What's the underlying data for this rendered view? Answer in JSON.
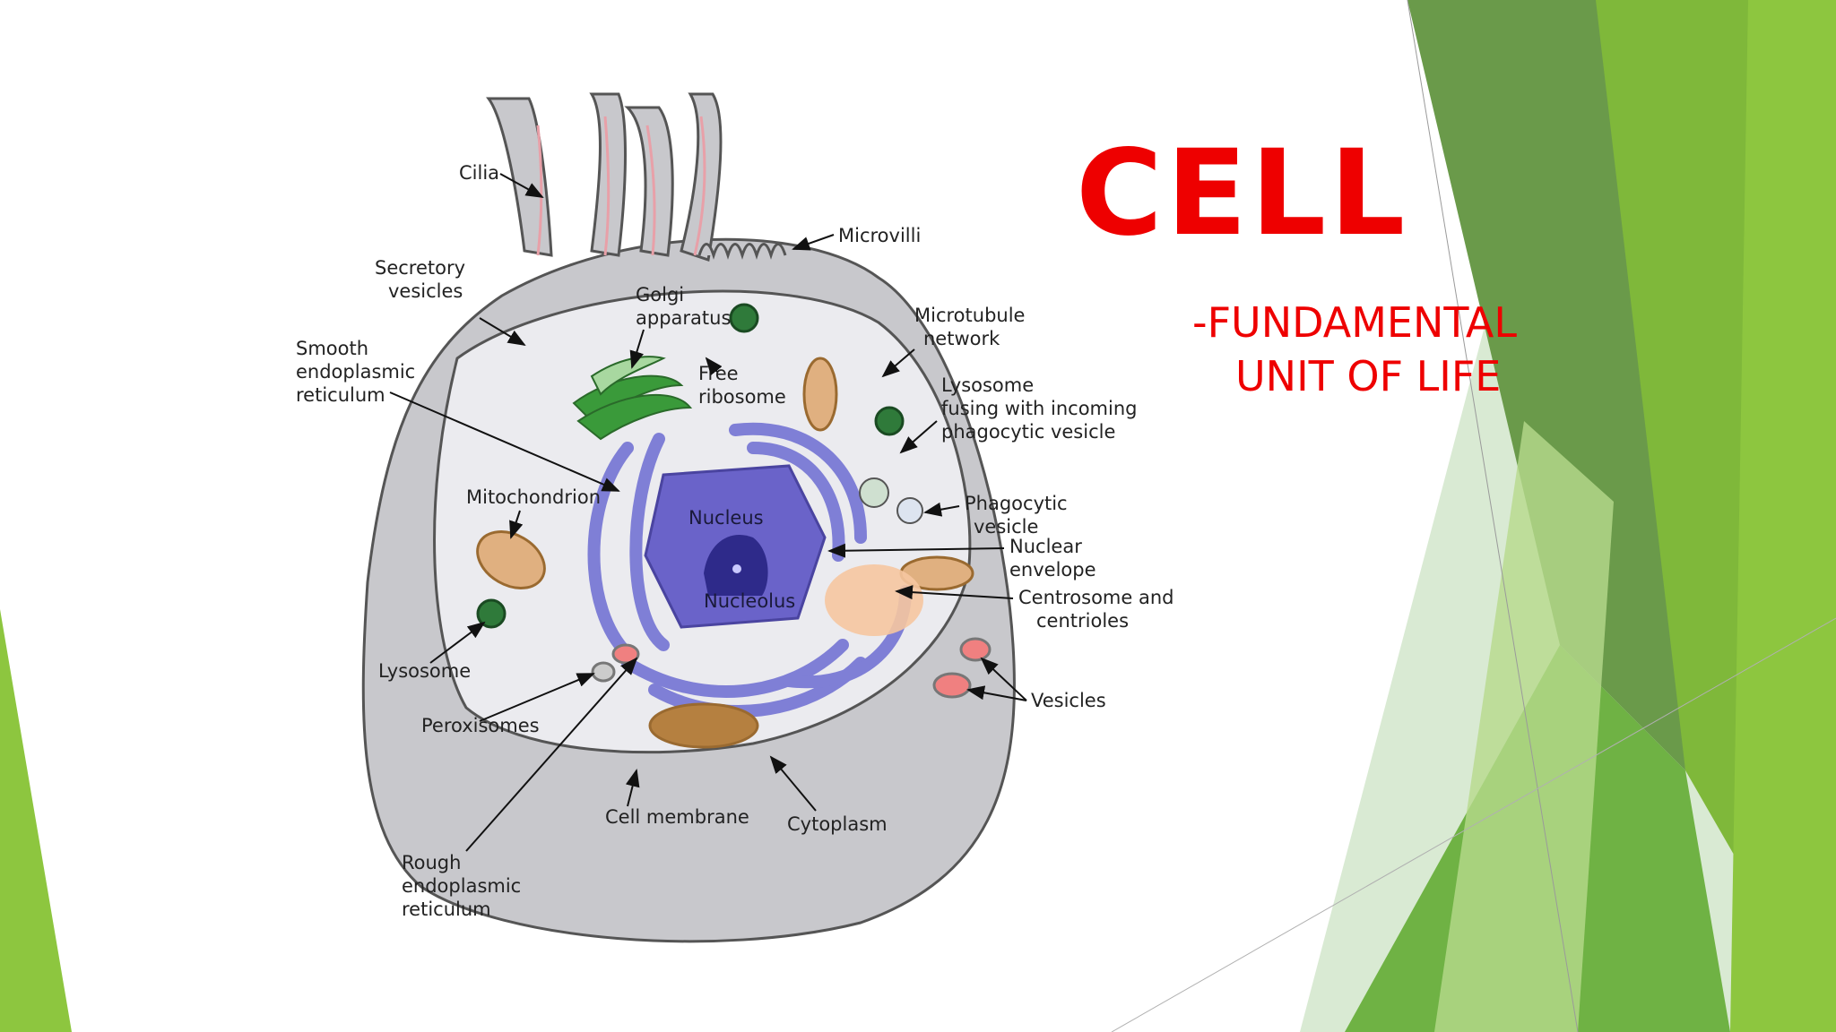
{
  "slide": {
    "title": "CELL",
    "subtitle_line1": "-FUNDAMENTAL",
    "subtitle_line2": "UNIT OF LIFE"
  },
  "colors": {
    "title": "#ee0000",
    "green_light": "#8dc63f",
    "green_mid": "#6aa84f",
    "green_dark": "#4e8a2a",
    "green_pale": "#d9ead3"
  },
  "diagram": {
    "labels": {
      "cilia": "Cilia",
      "microvilli": "Microvilli",
      "secretory_1": "Secretory",
      "secretory_2": "vesicles",
      "golgi_1": "Golgi",
      "golgi_2": "apparatus",
      "smooth_er_1": "Smooth",
      "smooth_er_2": "endoplasmic",
      "smooth_er_3": "reticulum",
      "free_ribosome_1": "Free",
      "free_ribosome_2": "ribosome",
      "microtubule_1": "Microtubule",
      "microtubule_2": "network",
      "lysosome_fusing_1": "Lysosome",
      "lysosome_fusing_2": "fusing with incoming",
      "lysosome_fusing_3": "phagocytic vesicle",
      "phagocytic_1": "Phagocytic",
      "phagocytic_2": "vesicle",
      "mitochondrion": "Mitochondrion",
      "nucleus": "Nucleus",
      "nucleolus": "Nucleolus",
      "nuclear_env_1": "Nuclear",
      "nuclear_env_2": "envelope",
      "centrosome_1": "Centrosome and",
      "centrosome_2": "centrioles",
      "lysosome": "Lysosome",
      "vesicles": "Vesicles",
      "peroxisomes": "Peroxisomes",
      "cell_membrane": "Cell membrane",
      "cytoplasm": "Cytoplasm",
      "rough_er_1": "Rough",
      "rough_er_2": "endoplasmic",
      "rough_er_3": "reticulum"
    }
  }
}
